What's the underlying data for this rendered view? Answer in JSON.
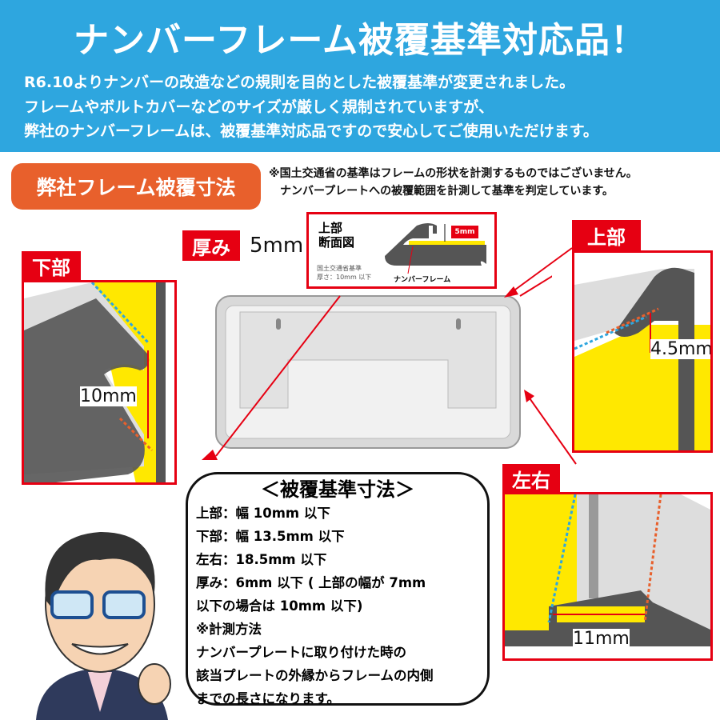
{
  "header": {
    "title": "ナンバーフレーム被覆基準対応品！",
    "lines": [
      "R6.10よりナンバーの改造などの規則を目的とした被覆基準が変更されました。",
      "フレームやボルトカバーなどのサイズが厳しく規制されていますが、",
      "弊社のナンバーフレームは、被覆基準対応品ですので安心してご使用いただけます。"
    ]
  },
  "section": {
    "tag": "弊社フレーム被覆寸法",
    "notes": [
      "※国土交通省の基準はフレームの形状を計測するものではございません。",
      "ナンバープレートへの被覆範囲を計測して基準を判定しています。"
    ]
  },
  "thickness": {
    "label": "厚み",
    "value": "5mm"
  },
  "cross_section": {
    "title_1": "上部",
    "title_2": "断面図",
    "dim": "5mm",
    "std_1": "国土交通省基準",
    "std_2": "厚さ：10mm 以下",
    "pointer": "ナンバーフレーム"
  },
  "panels": {
    "bottom": {
      "label": "下部",
      "dim": "10mm"
    },
    "top": {
      "label": "上部",
      "dim": "4.5mm"
    },
    "side": {
      "label": "左右",
      "dim": "11mm"
    }
  },
  "bubble": {
    "title": "＜被覆基準寸法＞",
    "lines": [
      "上部：幅 10mm 以下",
      "下部：幅 13.5mm 以下",
      "左右：18.5mm 以下",
      "厚み：6mm 以下 ( 上部の幅が 7mm",
      "以下の場合は 10mm 以下)",
      "※計測方法",
      "ナンバープレートに取り付けた時の",
      "該当プレートの外縁からフレームの内側",
      "までの長さになります。"
    ]
  },
  "colors": {
    "header": "#2ea6df",
    "tag": "#e8602c",
    "red": "#e60012",
    "yellow": "#ffe800",
    "frame": "#555555"
  }
}
